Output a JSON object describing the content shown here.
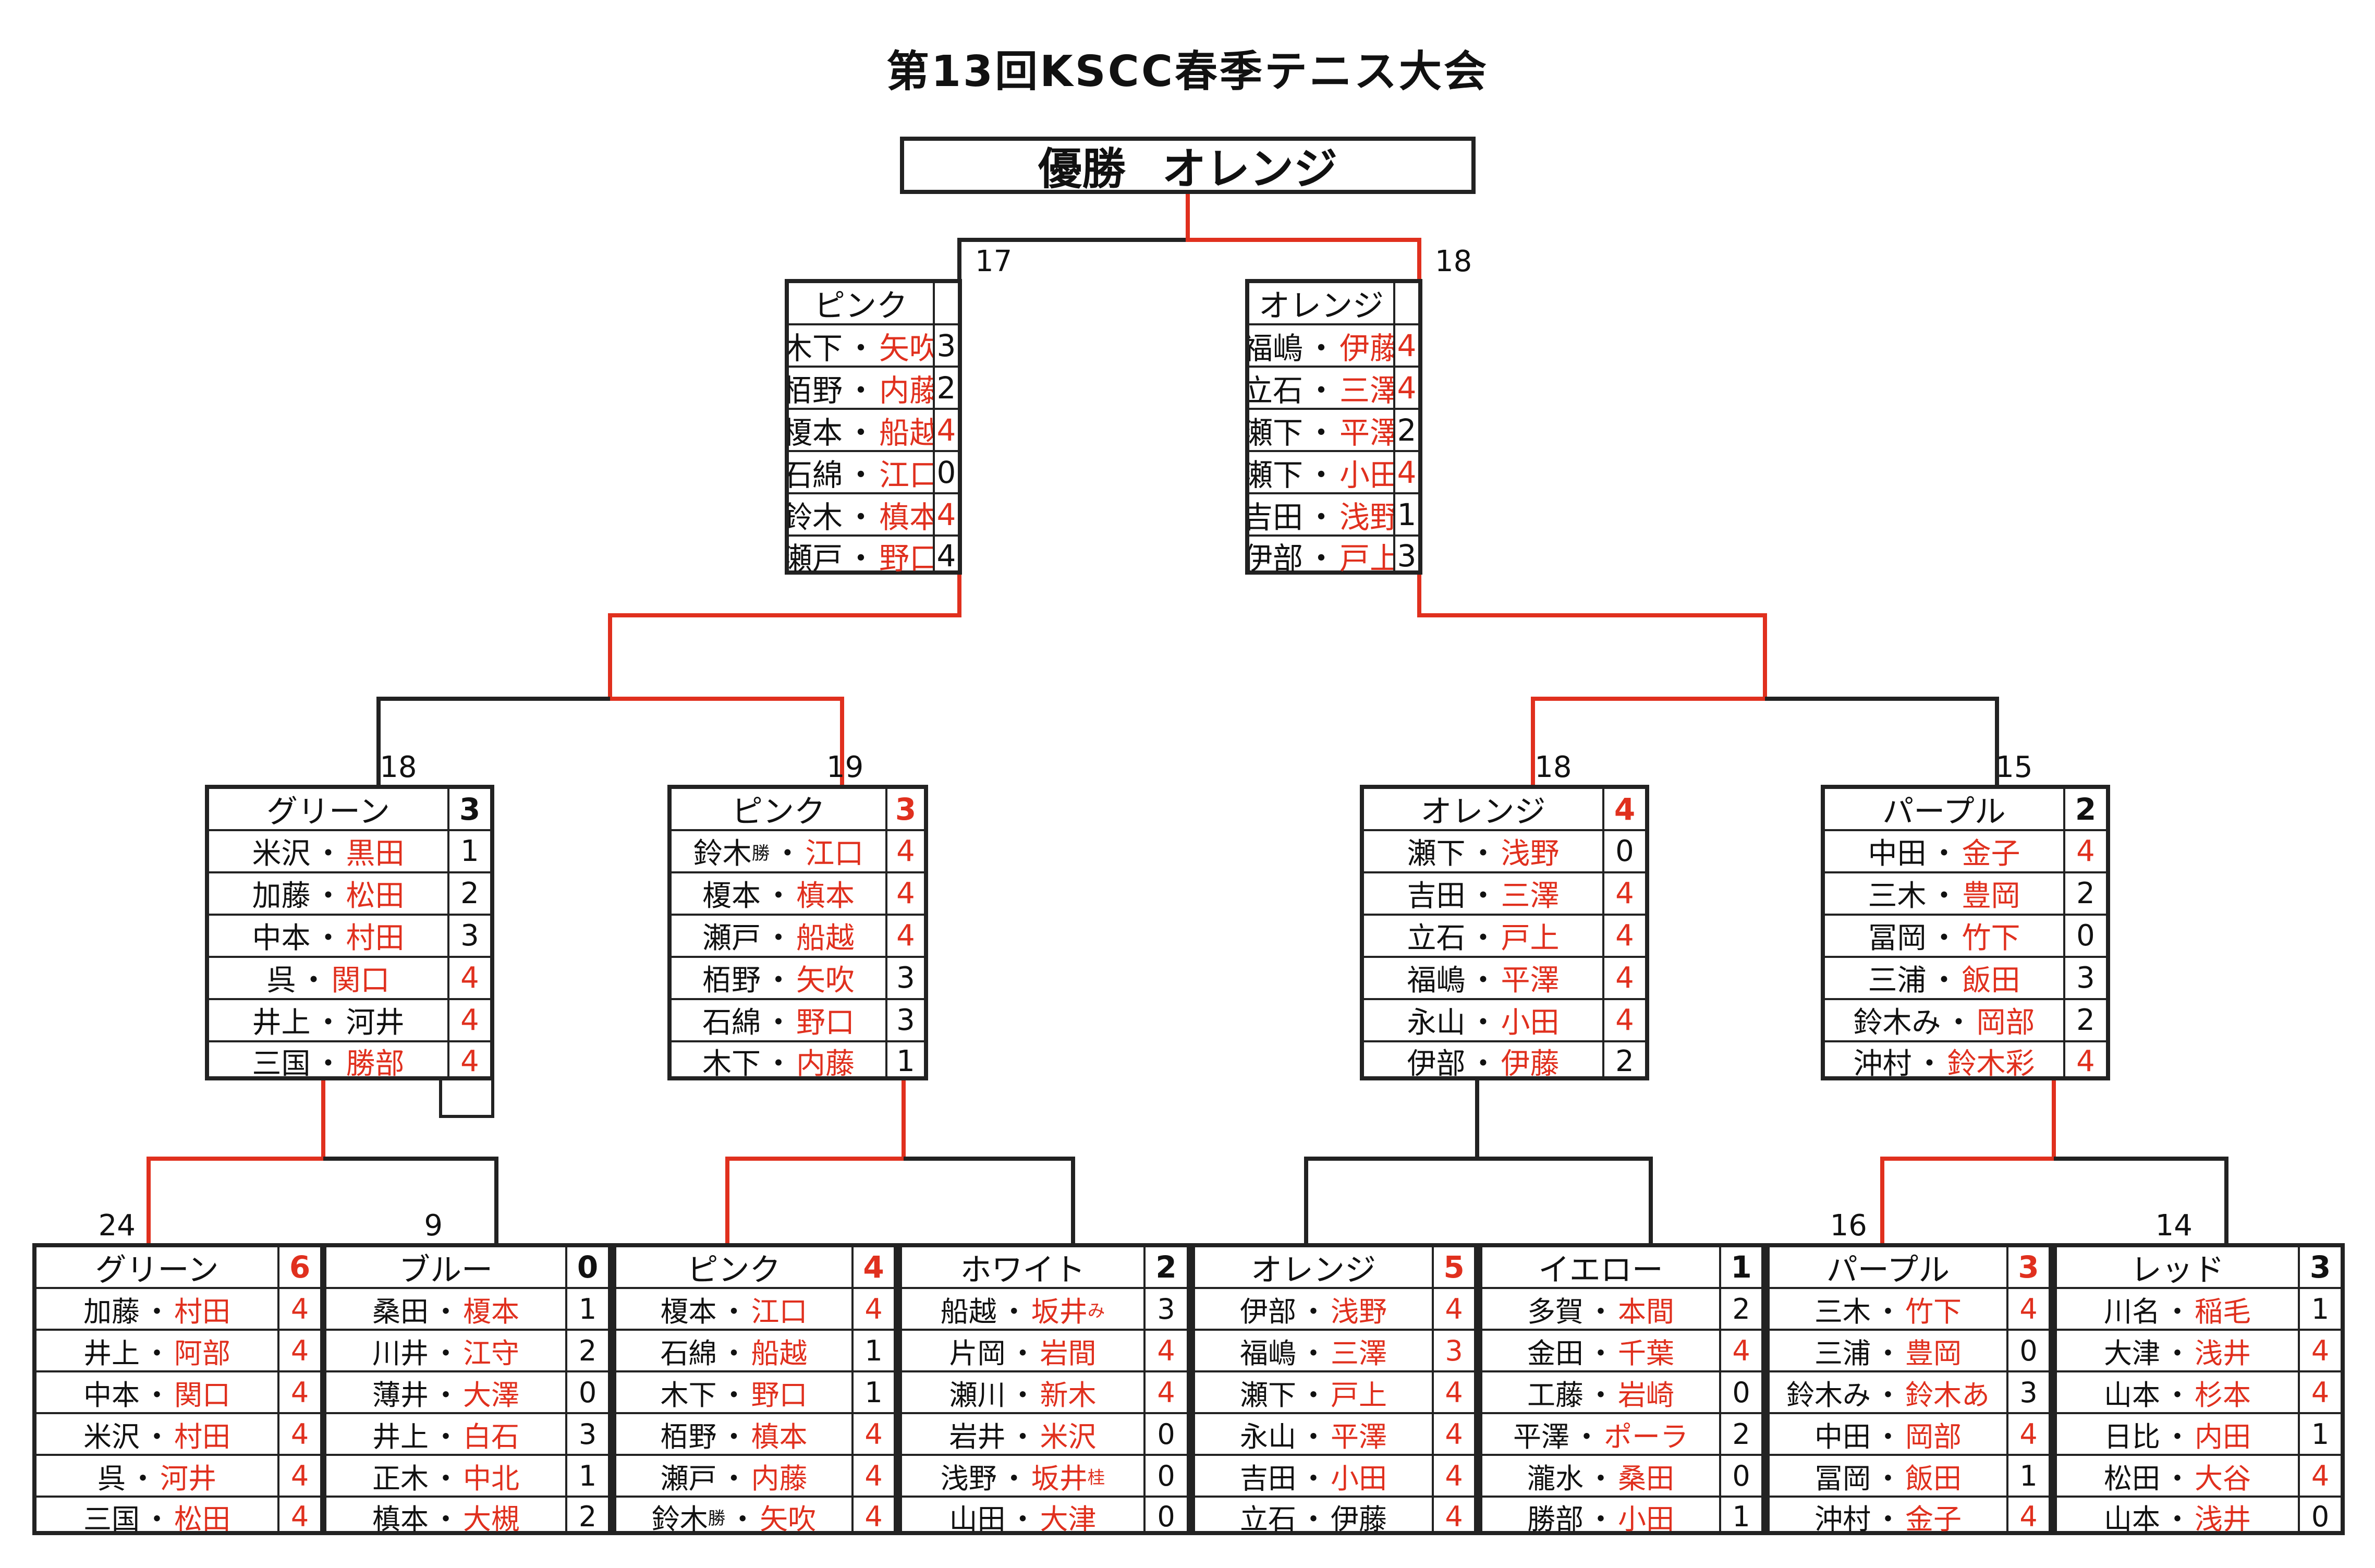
{
  "title": "第13回KSCC春季テニス大会",
  "champion": {
    "label": "優勝",
    "team": "オレンジ"
  },
  "colors": {
    "winner": "#e0301e",
    "line": "#222222"
  },
  "rounds": {
    "final": [
      {
        "id": "f-pink",
        "team": "ピンク",
        "team_score": "",
        "points": "17",
        "rows": [
          {
            "p1": "木下",
            "p2": "矢吹",
            "s": "3",
            "w": false
          },
          {
            "p1": "栢野",
            "p2": "内藤",
            "s": "2",
            "w": false
          },
          {
            "p1": "榎本",
            "p2": "船越",
            "s": "4",
            "w": true
          },
          {
            "p1": "石綿",
            "p2": "江口",
            "s": "0",
            "w": false
          },
          {
            "p1": "鈴木",
            "p2": "槙本",
            "s": "4",
            "w": true
          },
          {
            "p1": "瀬戸",
            "p2": "野口",
            "s": "4",
            "w": false
          }
        ]
      },
      {
        "id": "f-orange",
        "team": "オレンジ",
        "team_score": "",
        "points": "18",
        "rows": [
          {
            "p1": "福嶋",
            "p2": "伊藤",
            "s": "4",
            "w": true
          },
          {
            "p1": "立石",
            "p2": "三澤",
            "s": "4",
            "w": true
          },
          {
            "p1": "瀬下",
            "p2": "平澤",
            "s": "2",
            "w": false
          },
          {
            "p1": "瀬下",
            "p2": "小田",
            "s": "4",
            "w": true
          },
          {
            "p1": "吉田",
            "p2": "浅野",
            "s": "1",
            "w": false
          },
          {
            "p1": "伊部",
            "p2": "戸上",
            "s": "3",
            "w": false
          }
        ]
      }
    ],
    "semifinal": [
      {
        "id": "s-green",
        "team": "グリーン",
        "team_score": "3",
        "team_w": false,
        "points": "18",
        "rows": [
          {
            "p1": "米沢",
            "p2": "黒田",
            "s": "1",
            "w": false
          },
          {
            "p1": "加藤",
            "p2": "松田",
            "s": "2",
            "w": false
          },
          {
            "p1": "中本",
            "p2": "村田",
            "s": "3",
            "w": false
          },
          {
            "p1": "呉",
            "p2": "関口",
            "s": "4",
            "w": true
          },
          {
            "p1": "井上",
            "p2": "河井",
            "s": "4",
            "w": true,
            "p2black": true
          },
          {
            "p1": "三国",
            "p2": "勝部",
            "s": "4",
            "w": true
          }
        ]
      },
      {
        "id": "s-pink",
        "team": "ピンク",
        "team_score": "3",
        "team_w": true,
        "points": "19",
        "rows": [
          {
            "p1": "鈴木",
            "p1sub": "勝",
            "p2": "江口",
            "s": "4",
            "w": true
          },
          {
            "p1": "榎本",
            "p2": "槙本",
            "s": "4",
            "w": true
          },
          {
            "p1": "瀬戸",
            "p2": "船越",
            "s": "4",
            "w": true
          },
          {
            "p1": "栢野",
            "p2": "矢吹",
            "s": "3",
            "w": false
          },
          {
            "p1": "石綿",
            "p2": "野口",
            "s": "3",
            "w": false
          },
          {
            "p1": "木下",
            "p2": "内藤",
            "s": "1",
            "w": false
          }
        ]
      },
      {
        "id": "s-orange",
        "team": "オレンジ",
        "team_score": "4",
        "team_w": true,
        "points": "18",
        "rows": [
          {
            "p1": "瀬下",
            "p2": "浅野",
            "s": "0",
            "w": false
          },
          {
            "p1": "吉田",
            "p2": "三澤",
            "s": "4",
            "w": true
          },
          {
            "p1": "立石",
            "p2": "戸上",
            "s": "4",
            "w": true
          },
          {
            "p1": "福嶋",
            "p2": "平澤",
            "s": "4",
            "w": true
          },
          {
            "p1": "永山",
            "p2": "小田",
            "s": "4",
            "w": true
          },
          {
            "p1": "伊部",
            "p2": "伊藤",
            "s": "2",
            "w": false
          }
        ]
      },
      {
        "id": "s-purple",
        "team": "パープル",
        "team_score": "2",
        "team_w": false,
        "points": "15",
        "rows": [
          {
            "p1": "中田",
            "p2": "金子",
            "s": "4",
            "w": true
          },
          {
            "p1": "三木",
            "p2": "豊岡",
            "s": "2",
            "w": false
          },
          {
            "p1": "冨岡",
            "p2": "竹下",
            "s": "0",
            "w": false
          },
          {
            "p1": "三浦",
            "p2": "飯田",
            "s": "3",
            "w": false
          },
          {
            "p1": "鈴木み",
            "p2": "岡部",
            "s": "2",
            "w": false
          },
          {
            "p1": "沖村",
            "p2": "鈴木彩",
            "s": "4",
            "w": true
          }
        ]
      }
    ],
    "first": [
      {
        "id": "r-green",
        "team": "グリーン",
        "team_score": "6",
        "team_w": true,
        "points": "24",
        "rows": [
          {
            "p1": "加藤",
            "p2": "村田",
            "s": "4",
            "w": true
          },
          {
            "p1": "井上",
            "p2": "阿部",
            "s": "4",
            "w": true
          },
          {
            "p1": "中本",
            "p2": "関口",
            "s": "4",
            "w": true
          },
          {
            "p1": "米沢",
            "p2": "村田",
            "s": "4",
            "w": true
          },
          {
            "p1": "呉",
            "p2": "河井",
            "s": "4",
            "w": true
          },
          {
            "p1": "三国",
            "p2": "松田",
            "s": "4",
            "w": true
          }
        ]
      },
      {
        "id": "r-blue",
        "team": "ブルー",
        "team_score": "0",
        "team_w": false,
        "points": "9",
        "rows": [
          {
            "p1": "桑田",
            "p2": "榎本",
            "s": "1",
            "w": false
          },
          {
            "p1": "川井",
            "p2": "江守",
            "s": "2",
            "w": false
          },
          {
            "p1": "薄井",
            "p2": "大澤",
            "s": "0",
            "w": false
          },
          {
            "p1": "井上",
            "p2": "白石",
            "s": "3",
            "w": false
          },
          {
            "p1": "正木",
            "p2": "中北",
            "s": "1",
            "w": false
          },
          {
            "p1": "槙本",
            "p2": "大槻",
            "s": "2",
            "w": false
          }
        ]
      },
      {
        "id": "r-pink",
        "team": "ピンク",
        "team_score": "4",
        "team_w": true,
        "points": "",
        "rows": [
          {
            "p1": "榎本",
            "p2": "江口",
            "s": "4",
            "w": true
          },
          {
            "p1": "石綿",
            "p2": "船越",
            "s": "1",
            "w": false
          },
          {
            "p1": "木下",
            "p2": "野口",
            "s": "1",
            "w": false
          },
          {
            "p1": "栢野",
            "p2": "槙本",
            "s": "4",
            "w": true
          },
          {
            "p1": "瀬戸",
            "p2": "内藤",
            "s": "4",
            "w": true
          },
          {
            "p1": "鈴木",
            "p1sub": "勝",
            "p2": "矢吹",
            "s": "4",
            "w": true
          }
        ]
      },
      {
        "id": "r-white",
        "team": "ホワイト",
        "team_score": "2",
        "team_w": false,
        "points": "",
        "rows": [
          {
            "p1": "船越",
            "p2": "坂井",
            "p2sub": "み",
            "s": "3",
            "w": false
          },
          {
            "p1": "片岡",
            "p2": "岩間",
            "s": "4",
            "w": true
          },
          {
            "p1": "瀬川",
            "p2": "新木",
            "s": "4",
            "w": true
          },
          {
            "p1": "岩井",
            "p2": "米沢",
            "s": "0",
            "w": false
          },
          {
            "p1": "浅野",
            "p2": "坂井",
            "p2sub": "桂",
            "s": "0",
            "w": false
          },
          {
            "p1": "山田",
            "p2": "大津",
            "s": "0",
            "w": false
          }
        ]
      },
      {
        "id": "r-orange",
        "team": "オレンジ",
        "team_score": "5",
        "team_w": true,
        "points": "",
        "rows": [
          {
            "p1": "伊部",
            "p2": "浅野",
            "s": "4",
            "w": true
          },
          {
            "p1": "福嶋",
            "p2": "三澤",
            "s": "3",
            "w": true
          },
          {
            "p1": "瀬下",
            "p2": "戸上",
            "s": "4",
            "w": true
          },
          {
            "p1": "永山",
            "p2": "平澤",
            "s": "4",
            "w": true
          },
          {
            "p1": "吉田",
            "p2": "小田",
            "s": "4",
            "w": true
          },
          {
            "p1": "立石",
            "p2": "伊藤",
            "s": "4",
            "w": true,
            "p2black": true
          }
        ]
      },
      {
        "id": "r-yellow",
        "team": "イエロー",
        "team_score": "1",
        "team_w": false,
        "points": "",
        "rows": [
          {
            "p1": "多賀",
            "p2": "本間",
            "s": "2",
            "w": false
          },
          {
            "p1": "金田",
            "p2": "千葉",
            "s": "4",
            "w": true
          },
          {
            "p1": "工藤",
            "p2": "岩崎",
            "s": "0",
            "w": false
          },
          {
            "p1": "平澤",
            "p2": "ポーラ",
            "s": "2",
            "w": false
          },
          {
            "p1": "瀧水",
            "p2": "桑田",
            "s": "0",
            "w": false
          },
          {
            "p1": "勝部",
            "p2": "小田",
            "s": "1",
            "w": false
          }
        ]
      },
      {
        "id": "r-purple",
        "team": "パープル",
        "team_score": "3",
        "team_w": true,
        "points": "16",
        "rows": [
          {
            "p1": "三木",
            "p2": "竹下",
            "s": "4",
            "w": true
          },
          {
            "p1": "三浦",
            "p2": "豊岡",
            "s": "0",
            "w": false
          },
          {
            "p1": "鈴木み",
            "p2": "鈴木あ",
            "s": "3",
            "w": false
          },
          {
            "p1": "中田",
            "p2": "岡部",
            "s": "4",
            "w": true
          },
          {
            "p1": "冨岡",
            "p2": "飯田",
            "s": "1",
            "w": false
          },
          {
            "p1": "沖村",
            "p2": "金子",
            "s": "4",
            "w": true
          }
        ]
      },
      {
        "id": "r-red",
        "team": "レッド",
        "team_score": "3",
        "team_w": false,
        "points": "14",
        "rows": [
          {
            "p1": "川名",
            "p2": "稲毛",
            "s": "1",
            "w": false
          },
          {
            "p1": "大津",
            "p2": "浅井",
            "s": "4",
            "w": true
          },
          {
            "p1": "山本",
            "p2": "杉本",
            "s": "4",
            "w": true
          },
          {
            "p1": "日比",
            "p2": "内田",
            "s": "1",
            "w": false
          },
          {
            "p1": "松田",
            "p2": "大谷",
            "s": "4",
            "w": true
          },
          {
            "p1": "山本",
            "p2": "浅井",
            "s": "0",
            "w": false
          }
        ]
      }
    ]
  }
}
